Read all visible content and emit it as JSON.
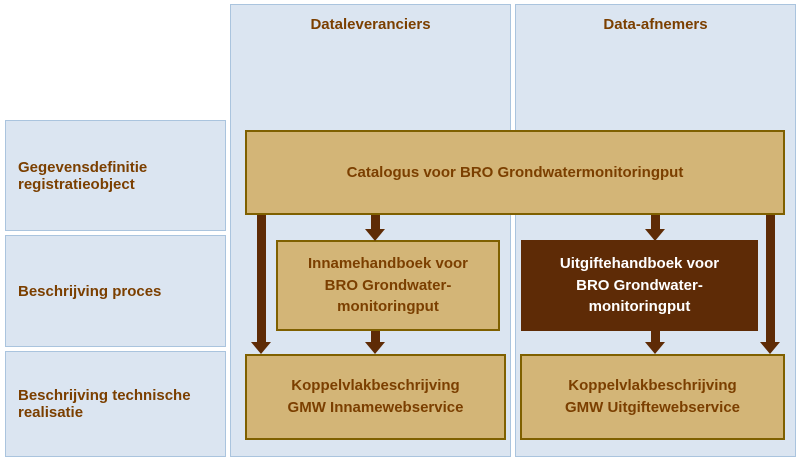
{
  "colors": {
    "column_bg": "#dbe5f1",
    "column_border": "#aac4de",
    "tan_fill": "#d3b577",
    "tan_border": "#7f6000",
    "dark_fill": "#5e2b06",
    "text_brown": "#7b3f00",
    "dark_box_text": "#ffffff",
    "arrow": "#5e2b06"
  },
  "columns": [
    {
      "label": "Dataleveranciers"
    },
    {
      "label": "Data-afnemers"
    }
  ],
  "rows": [
    {
      "label": "Gegevensdefinitie\nregistratieobject"
    },
    {
      "label": "Beschrijving proces"
    },
    {
      "label": "Beschrijving technische\nrealisatie"
    }
  ],
  "boxes": {
    "catalog": "Catalogus voor BRO Grondwatermonitoringput",
    "inname_handboek": "Innamehandboek voor\nBRO Grondwater-\nmonitoringput",
    "uitgifte_handboek": "Uitgiftehandboek voor\nBRO Grondwater-\nmonitoringput",
    "inname_koppelvlak": "Koppelvlakbeschrijving\nGMW Innamewebservice",
    "uitgifte_koppelvlak": "Koppelvlakbeschrijving\nGMW Uitgiftewebservice"
  }
}
